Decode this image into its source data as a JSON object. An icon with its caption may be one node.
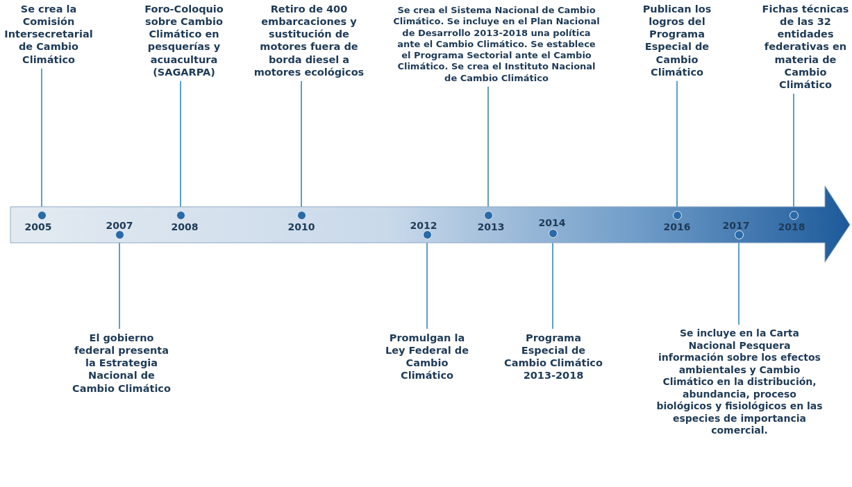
{
  "diagram": {
    "nodes": [
      {
        "text": [],
        "shape": "arrow"
      },
      {
        "text": [],
        "shape": "circle",
        "in": 0,
        "beside": [
          "2005"
        ]
      },
      {
        "text": [],
        "shape": "circle",
        "in": 0,
        "beside": [
          "2007"
        ]
      },
      {
        "text": [],
        "shape": "circle",
        "in": 0,
        "beside": [
          "2008"
        ]
      },
      {
        "text": [],
        "shape": "circle",
        "in": 0,
        "beside": [
          "2010"
        ]
      },
      {
        "text": [],
        "shape": "circle",
        "in": 0,
        "beside": [
          "2012"
        ]
      },
      {
        "text": [],
        "shape": "circle",
        "in": 0,
        "beside": [
          "2013"
        ]
      },
      {
        "text": [],
        "shape": "circle",
        "in": 0,
        "beside": [
          "2014"
        ]
      },
      {
        "text": [],
        "shape": "circle",
        "in": 0,
        "beside": [
          "2016"
        ]
      },
      {
        "text": [],
        "shape": "circle",
        "in": 0,
        "beside": [
          "2017"
        ]
      },
      {
        "text": [],
        "shape": "circle",
        "in": 0,
        "beside": [
          "2018"
        ]
      },
      {
        "text": [
          "Se crea la Comisión Intersecretarial de Cambio Climático"
        ]
      },
      {
        "text": [
          "Foro-Coloquio sobre Cambio Climático en pesquerías y acuacultura (SAGARPA)"
        ]
      },
      {
        "text": [
          "Retiro de 400 embarcaciones y sustitución de motores fuera de borda diesel a motores ecológicos"
        ]
      },
      {
        "text": [
          "Se crea el Sistema Nacional de Cambio Climático. Se incluye en el Plan Nacional de Desarrollo 2013-2018 una política ante el Cambio Climático. Se establece el Programa Sectorial ante el Cambio Climático. Se crea el Instituto Nacional de Cambio Climático"
        ]
      },
      {
        "text": [
          "Publican los logros del Programa Especial de Cambio Climático"
        ]
      },
      {
        "text": [
          "Fichas técnicas de las 32 entidades federativas en materia de Cambio Climático"
        ]
      },
      {
        "text": [
          "El gobierno federal presenta la Estrategia Nacional de Cambio Climático"
        ]
      },
      {
        "text": [
          "Promulgan la Ley Federal de Cambio Climático"
        ]
      },
      {
        "text": [
          "Programa Especial de Cambio Climático 2013-2018"
        ]
      },
      {
        "text": [
          "Se incluye en la Carta Nacional Pesquera información sobre los efectos ambientales y Cambio Climático en la distribución, abundancia, proceso biológicos y fisiológicos en las especies de importancia comercial."
        ]
      }
    ],
    "edges": [
      {
        "from": 11,
        "to": 1,
        "arrow": "none"
      },
      {
        "from": 12,
        "to": 3,
        "arrow": "none"
      },
      {
        "from": 13,
        "to": 4,
        "arrow": "none"
      },
      {
        "from": 14,
        "to": 6,
        "arrow": "none"
      },
      {
        "from": 15,
        "to": 8,
        "arrow": "none"
      },
      {
        "from": 16,
        "to": 10,
        "arrow": "none"
      },
      {
        "from": 17,
        "to": 2,
        "arrow": "none"
      },
      {
        "from": 18,
        "to": 5,
        "arrow": "none"
      },
      {
        "from": 19,
        "to": 7,
        "arrow": "none"
      },
      {
        "from": 20,
        "to": 9,
        "arrow": "none"
      }
    ]
  }
}
